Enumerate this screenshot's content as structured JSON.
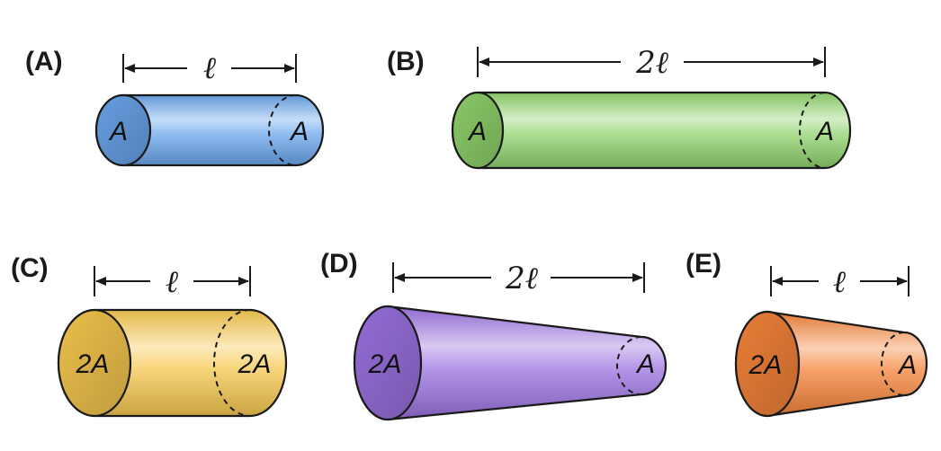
{
  "panels": {
    "a": {
      "label": "(A)",
      "length": "ℓ",
      "left_area": "A",
      "right_area": "A",
      "color": "#6aa6ec"
    },
    "b": {
      "label": "(B)",
      "length": "2ℓ",
      "left_area": "A",
      "right_area": "A",
      "color": "#8fd36c"
    },
    "c": {
      "label": "(C)",
      "length": "ℓ",
      "left_area": "2A",
      "right_area": "2A",
      "color": "#f6c84f"
    },
    "d": {
      "label": "(D)",
      "length": "2ℓ",
      "left_area": "2A",
      "right_area": "A",
      "color": "#9b72e0"
    },
    "e": {
      "label": "(E)",
      "length": "ℓ",
      "left_area": "2A",
      "right_area": "A",
      "color": "#f5843a"
    }
  }
}
